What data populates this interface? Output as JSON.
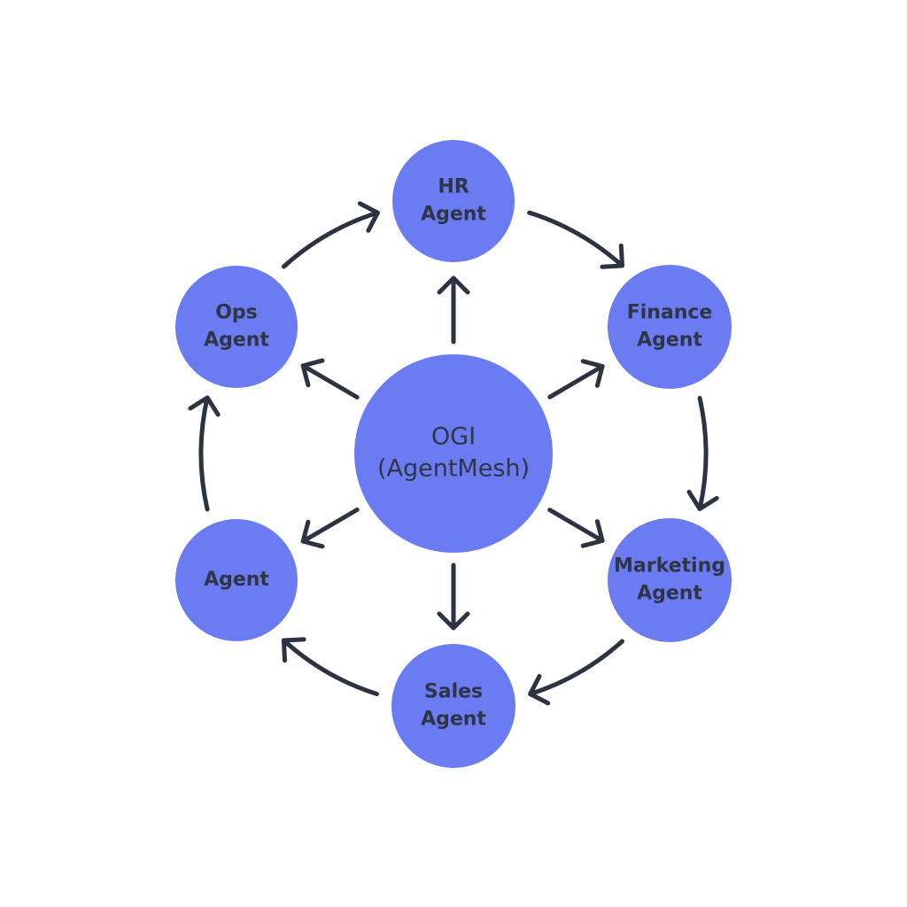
{
  "colors": {
    "node_fill": "#6b7cf2",
    "edge_stroke": "#2d3340",
    "text": "#2f3446",
    "background": "#ffffff"
  },
  "center": {
    "id": "ogi",
    "lines": [
      "OGI",
      "(AgentMesh)"
    ]
  },
  "nodes": [
    {
      "id": "hr",
      "lines": [
        "HR",
        "Agent"
      ]
    },
    {
      "id": "finance",
      "lines": [
        "Finance",
        "Agent"
      ]
    },
    {
      "id": "marketing",
      "lines": [
        "Marketing",
        "Agent"
      ]
    },
    {
      "id": "sales",
      "lines": [
        "Sales",
        "Agent"
      ]
    },
    {
      "id": "agent",
      "lines": [
        "Agent"
      ]
    },
    {
      "id": "ops",
      "lines": [
        "Ops",
        "Agent"
      ]
    }
  ],
  "edges": [
    {
      "from": "ogi",
      "to": "hr"
    },
    {
      "from": "ogi",
      "to": "finance"
    },
    {
      "from": "ogi",
      "to": "marketing"
    },
    {
      "from": "ogi",
      "to": "sales"
    },
    {
      "from": "ogi",
      "to": "agent"
    },
    {
      "from": "ogi",
      "to": "ops"
    },
    {
      "from": "ops",
      "to": "hr"
    },
    {
      "from": "hr",
      "to": "finance"
    },
    {
      "from": "finance",
      "to": "marketing"
    },
    {
      "from": "marketing",
      "to": "sales"
    },
    {
      "from": "sales",
      "to": "agent"
    },
    {
      "from": "agent",
      "to": "ops"
    }
  ]
}
